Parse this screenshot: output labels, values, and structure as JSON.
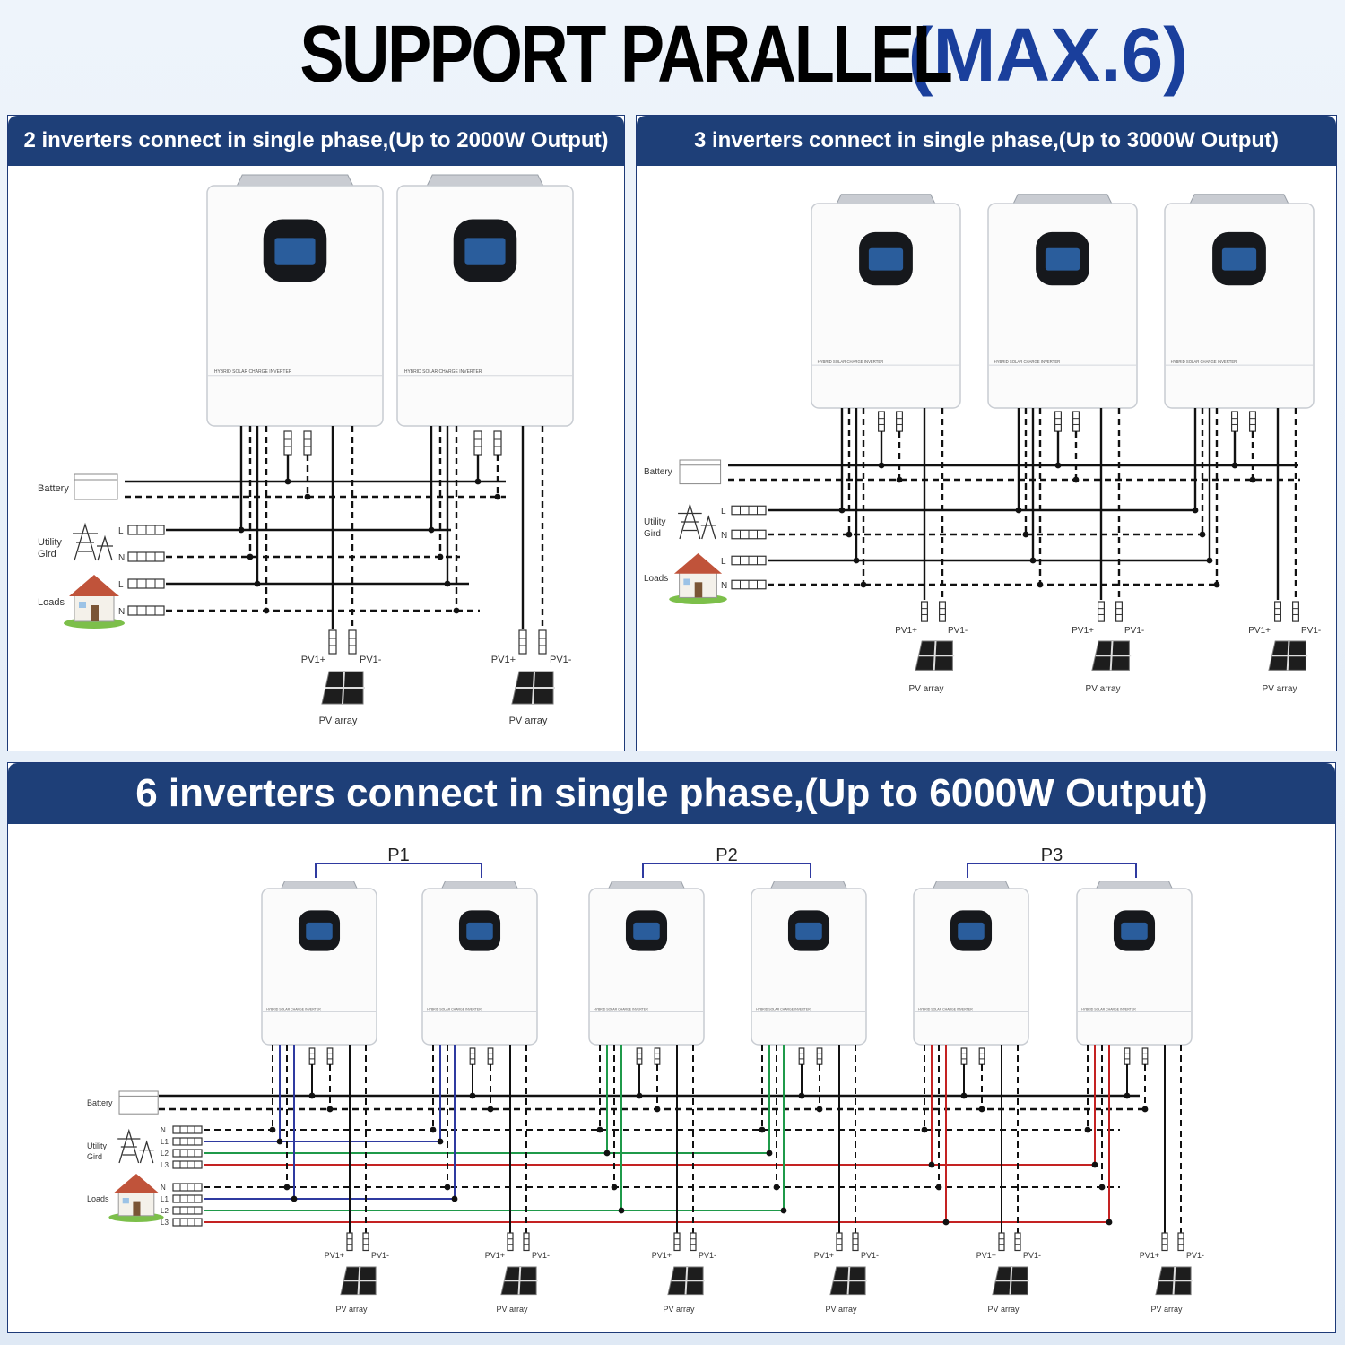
{
  "title": {
    "main": "SUPPORT PARALLEL",
    "accent": "(MAX.6)"
  },
  "colors": {
    "header_bg": "#1e3f78",
    "accent": "#1a3f9c",
    "L1": "#2f3aa0",
    "L2": "#1f9a4a",
    "L3": "#c42222"
  },
  "inverter_label": "HYBRID SOLAR CHARGE INVERTER",
  "labels": {
    "battery": "Battery",
    "utility_1": "Utility",
    "utility_2": "Gird",
    "loads": "Loads",
    "L": "L",
    "N": "N",
    "N_3p": "N",
    "L1": "L1",
    "L2": "L2",
    "L3": "L3",
    "pv_plus": "PV1+",
    "pv_minus": "PV1-",
    "pv_array": "PV array"
  },
  "panels": [
    {
      "id": "two",
      "header": "2 inverters connect in single phase,(Up to 2000W Output)",
      "inverters": 2
    },
    {
      "id": "three",
      "header": "3 inverters connect in single phase,(Up to 3000W Output)",
      "inverters": 3
    },
    {
      "id": "six",
      "header": "6 inverters connect in single phase,(Up to 6000W Output)",
      "inverters": 6,
      "groups": [
        "P1",
        "P2",
        "P3"
      ]
    }
  ],
  "icons": [
    "battery-icon",
    "pylon-icon",
    "house-icon",
    "solar-panel-icon",
    "terminal-block-icon",
    "inverter-display-icon"
  ]
}
